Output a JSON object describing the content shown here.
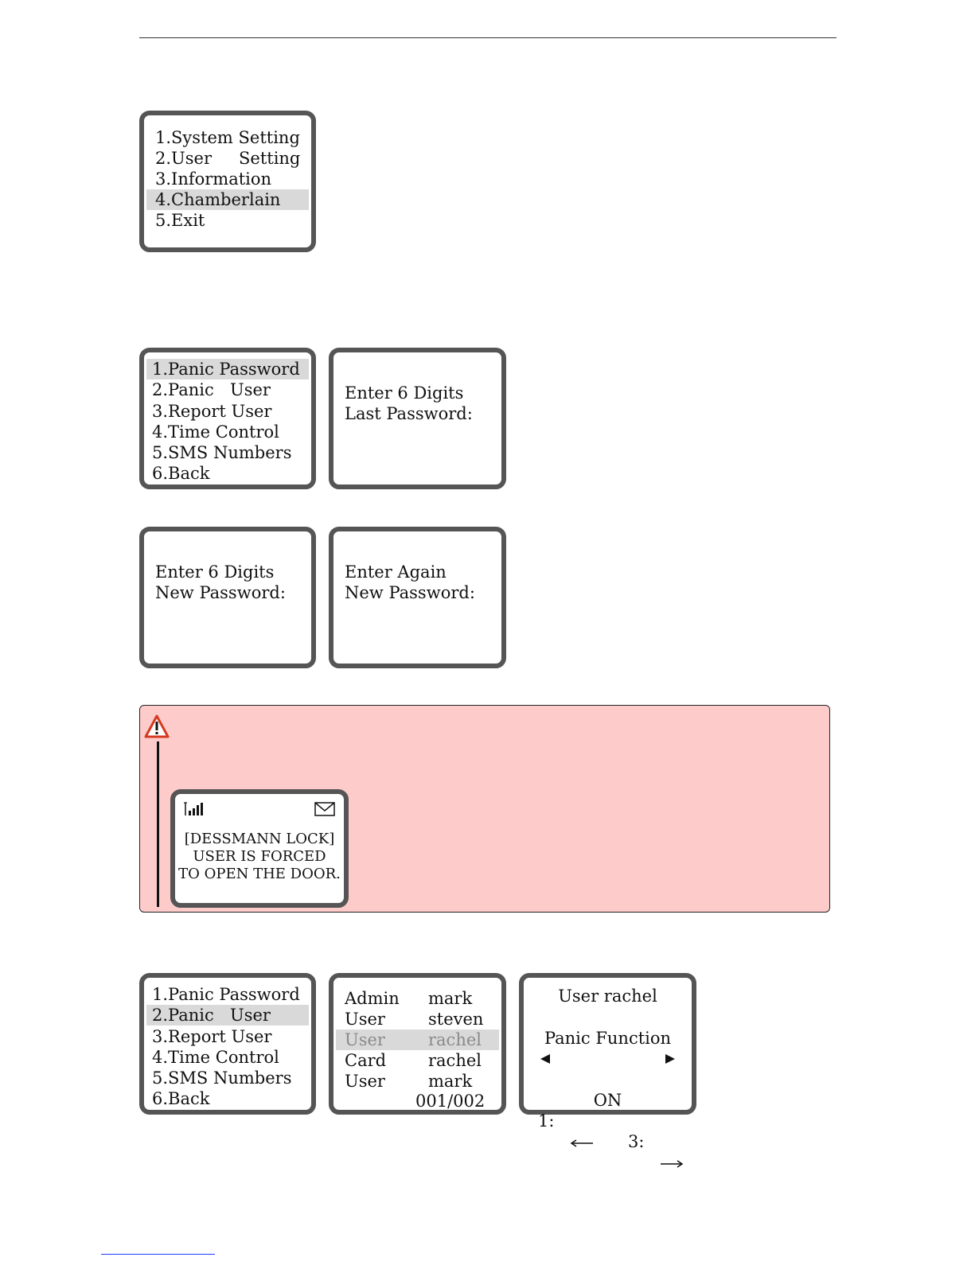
{
  "main_menu": {
    "items": [
      "1.System Setting",
      "2.User",
      "Setting",
      "3.Information",
      "4.Chamberlain",
      "5.Exit"
    ],
    "selected_index": 3
  },
  "chamberlain_menu": {
    "items": [
      "1.Panic Password",
      "2.Panic",
      "User",
      "3.Report User",
      "4.Time Control",
      "5.SMS Numbers",
      "6.Back"
    ]
  },
  "last_password_screen": {
    "line1": "Enter 6 Digits",
    "line2": "Last Password:"
  },
  "new_password_screen": {
    "line1": "Enter 6 Digits",
    "line2": "New Password:"
  },
  "confirm_password_screen": {
    "line1": "Enter Again",
    "line2": "New Password:"
  },
  "warning": {
    "sms_line1": "[DESSMANN LOCK]",
    "sms_line2": "USER IS FORCED",
    "sms_line3": "TO OPEN THE DOOR.",
    "signal_icon": "signal-bars-icon",
    "envelope_icon": "envelope-icon",
    "background_color": "#fecbcb"
  },
  "user_list": {
    "rows": [
      {
        "type": "Admin",
        "name": "mark"
      },
      {
        "type": "User",
        "name": "steven"
      },
      {
        "type": "User",
        "name": "rachel"
      },
      {
        "type": "Card",
        "name": "rachel"
      },
      {
        "type": "User",
        "name": "mark"
      }
    ],
    "selected_index": 2,
    "page": "001/002"
  },
  "panic_function": {
    "title": "User rachel",
    "label": "Panic Function",
    "value": "ON",
    "left_hint": "1:",
    "right_hint": "3:"
  }
}
